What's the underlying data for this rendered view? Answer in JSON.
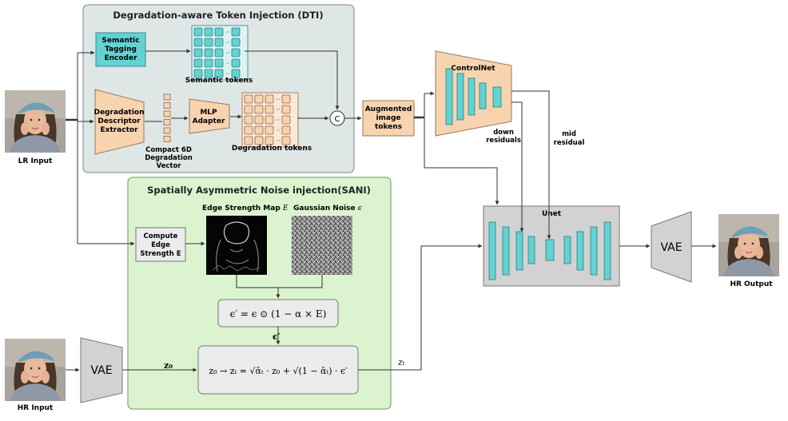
{
  "dti": {
    "title": "Degradation-aware Token Injection (DTI)",
    "semantic_encoder": [
      "Semantic",
      "Tagging",
      "Encoder"
    ],
    "semantic_tokens": "Semantic tokens",
    "degradation_extractor": [
      "Degradation",
      "Descriptor",
      "Extractor"
    ],
    "compact_vector": [
      "Compact 6D",
      "Degradation",
      "Vector"
    ],
    "mlp_adapter": [
      "MLP",
      "Adapter"
    ],
    "degradation_tokens": "Degradation tokens",
    "concat": "C"
  },
  "augmented_tokens": [
    "Augmented",
    "image",
    "tokens"
  ],
  "controlnet": "ControlNet",
  "down_residuals": [
    "down",
    "residuals"
  ],
  "mid_residual": [
    "mid",
    "residual"
  ],
  "unet": "Unet",
  "vae_decoder": "VAE",
  "vae_encoder": "VAE",
  "sani": {
    "title": "Spatially Asymmetric Noise injection(SANI)",
    "compute_edge": [
      "Compute",
      "Edge",
      "Strength E"
    ],
    "edge_map_label": "Edge Strength Map",
    "edge_map_symbol": "E",
    "gaussian_label": "Gaussian Noise",
    "gaussian_symbol": "ϵ",
    "noise_formula": "ϵ′ = ϵ ⊙ (1 − α × E)",
    "eps_prime": "ϵ′",
    "forward_formula": "z₀ → zₜ = √ᾱₜ · z₀ + √(1 − ᾱₜ) · ϵ′"
  },
  "labels": {
    "lr_input": "LR Input",
    "hr_input": "HR Input",
    "hr_output": "HR Output",
    "z0": "z₀",
    "zt": "zₜ"
  },
  "colors": {
    "dti_bg": "#dfe6e6",
    "sani_bg": "#dcf3cf",
    "teal": "#62d2d2",
    "peach": "#f7d3b0",
    "grey_box": "#d2d2d2"
  }
}
